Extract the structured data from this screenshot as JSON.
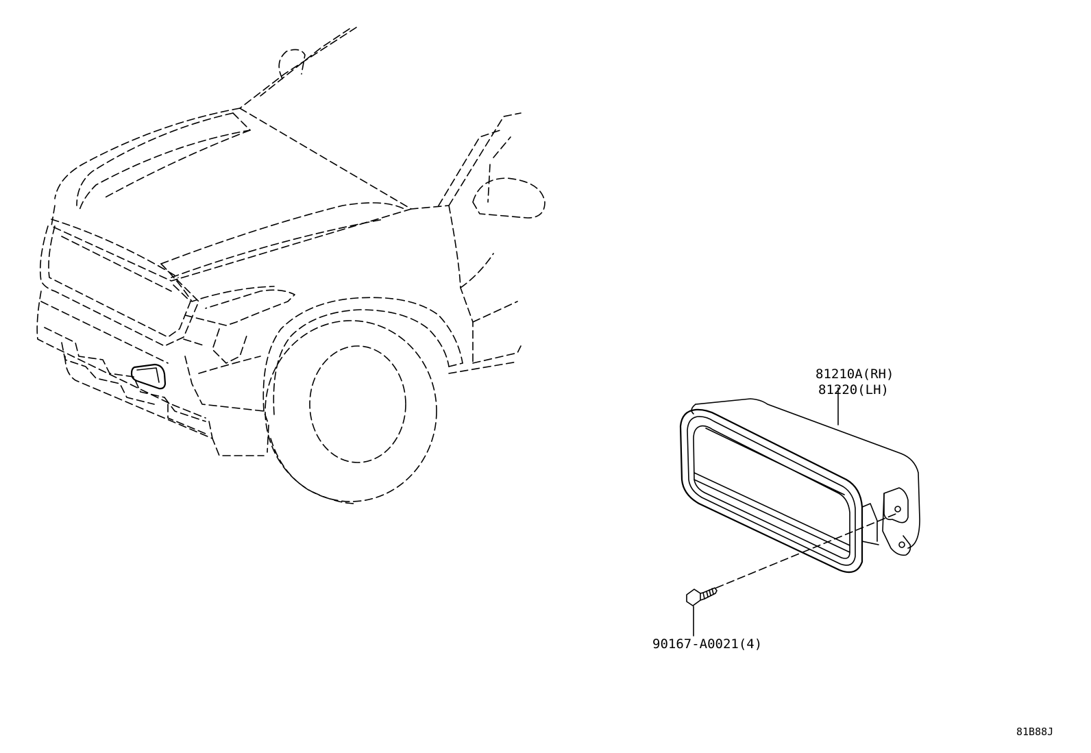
{
  "labels": {
    "part_rh": "81210A(RH)",
    "part_lh": "81220(LH)",
    "screw": "90167-A0021(4)",
    "figure_code": "81B88J"
  }
}
